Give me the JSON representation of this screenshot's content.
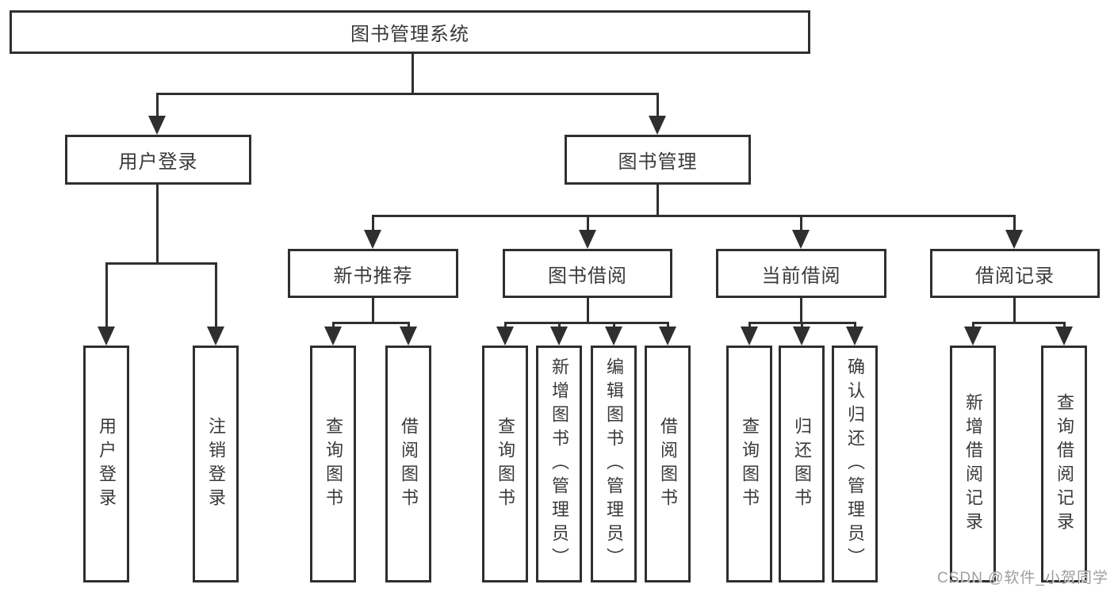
{
  "diagram_type": "hierarchy-tree",
  "watermark": "CSDN @软件_小贺同学",
  "colors": {
    "line": "#2f2f2f",
    "text": "#3a3a3a",
    "box_background": "#ffffff",
    "watermark": "#9e9e9e",
    "page_background": "#ffffff"
  },
  "tree": {
    "label": "图书管理系统",
    "children": [
      {
        "label": "用户登录",
        "children": [
          {
            "label": "用户登录"
          },
          {
            "label": "注销登录"
          }
        ]
      },
      {
        "label": "图书管理",
        "children": [
          {
            "label": "新书推荐",
            "children": [
              {
                "label": "查询图书"
              },
              {
                "label": "借阅图书"
              }
            ]
          },
          {
            "label": "图书借阅",
            "children": [
              {
                "label": "查询图书"
              },
              {
                "label": "新增图书（管理员）"
              },
              {
                "label": "编辑图书（管理员）"
              },
              {
                "label": "借阅图书"
              }
            ]
          },
          {
            "label": "当前借阅",
            "children": [
              {
                "label": "查询图书"
              },
              {
                "label": "归还图书"
              },
              {
                "label": "确认归还（管理员）"
              }
            ]
          },
          {
            "label": "借阅记录",
            "children": [
              {
                "label": "新增借阅记录"
              },
              {
                "label": "查询借阅记录"
              }
            ]
          }
        ]
      }
    ]
  }
}
